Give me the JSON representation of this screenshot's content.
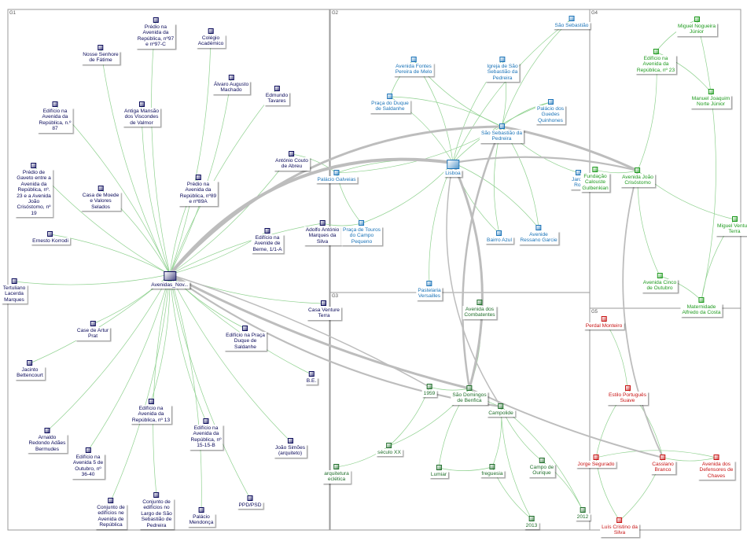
{
  "groups": [
    {
      "label": "G1"
    },
    {
      "label": "G2"
    },
    {
      "label": "G3"
    },
    {
      "label": "G4"
    },
    {
      "label": "G5"
    }
  ],
  "colors": {
    "G1": "#0a0a5a",
    "G2": "#1a73b8",
    "G3": "#1f6e2a",
    "G4": "#1e9a1e",
    "G5": "#c81414",
    "edge_light": "#8fd18f",
    "edge_heavy": "#bdbdbd",
    "box": "#9a9a9a"
  },
  "nodes": [
    {
      "id": "avenidas",
      "group": "G1",
      "label": "Avenidas_Nov..."
    },
    {
      "id": "predio97",
      "group": "G1",
      "label": "Prédio na\nAvenida da\nRepública, nº97\ne nº97-C"
    },
    {
      "id": "colegio",
      "group": "G1",
      "label": "Colégio\nAcadémico"
    },
    {
      "id": "nsfatima",
      "group": "G1",
      "label": "Nosse Senhore\nde Fátime"
    },
    {
      "id": "alvaro",
      "group": "G1",
      "label": "Álvaro Augusto\nMachado"
    },
    {
      "id": "edmundo",
      "group": "G1",
      "label": "Edmundo\nTavares"
    },
    {
      "id": "edif87",
      "group": "G1",
      "label": "Edifício na\nAvenida da\nRepública, n.º\n87"
    },
    {
      "id": "mansao",
      "group": "G1",
      "label": "Antiga Mansão\ndos Viscondes\nde Valmor"
    },
    {
      "id": "couto",
      "group": "G1",
      "label": "António Couto\nde Abreu"
    },
    {
      "id": "gaveto",
      "group": "G1",
      "label": "Prédio de\nGaveto entre a\nAvenida da\nRepública, nº.\n23 e a Avenida\nJoão\nCrisóstomo, nº\n19"
    },
    {
      "id": "moeda",
      "group": "G1",
      "label": "Casa de Moede\ne Valores\nSelados"
    },
    {
      "id": "predio89",
      "group": "G1",
      "label": "Prédio na\nAvenida da\nRepública, nº89\ne nº89A"
    },
    {
      "id": "korrodi",
      "group": "G1",
      "label": "Ernesto Korrodi"
    },
    {
      "id": "adolfo",
      "group": "G1",
      "label": "Adolfo António\nMarques da\nSilva"
    },
    {
      "id": "berne",
      "group": "G1",
      "label": "Edifício na\nAvenide de\nBerne, 1/1-A"
    },
    {
      "id": "tertuliano",
      "group": "G1",
      "label": "Tertuliano\nLacerda\nMarques"
    },
    {
      "id": "venturaterra",
      "group": "G1",
      "label": "Casa Venture\nTerra"
    },
    {
      "id": "arturprat",
      "group": "G1",
      "label": "Case de Artur\nPrat"
    },
    {
      "id": "pracasaldanha",
      "group": "G1",
      "label": "Edifício na Praça\nDuque de\nSaldanhe"
    },
    {
      "id": "jacinto",
      "group": "G1",
      "label": "Jacinto\nBettencourt"
    },
    {
      "id": "be",
      "group": "G1",
      "label": "B.E."
    },
    {
      "id": "edif13",
      "group": "G1",
      "label": "Edifício na\nAvenida da\nRepública, nº 13"
    },
    {
      "id": "edif15",
      "group": "G1",
      "label": "Edifício na\nAvenida da\nRepública, nº\n15-15-B"
    },
    {
      "id": "arnaldo",
      "group": "G1",
      "label": "Arnaldo\nRedondo Adães\nBermudes"
    },
    {
      "id": "joaosimoes",
      "group": "G1",
      "label": "João Simões\n(arquiteto)"
    },
    {
      "id": "cincooutubro",
      "group": "G1",
      "label": "Edifício na\nAvenida 5 de\nOutubro, nº\n36-40"
    },
    {
      "id": "ppdpsd",
      "group": "G1",
      "label": "PPD/PSD"
    },
    {
      "id": "conjrep",
      "group": "G1",
      "label": "Conjunto de\nedifícios ne\nAvenida de\nRepública"
    },
    {
      "id": "conjlargo",
      "group": "G1",
      "label": "Conjunto de\nedifícios no\nLargo de São\nSebastião de\nPedreira"
    },
    {
      "id": "mendonca",
      "group": "G1",
      "label": "Palácio\nMendonça"
    },
    {
      "id": "saosebastiao",
      "group": "G2",
      "label": "São Sebastião"
    },
    {
      "id": "fontes",
      "group": "G2",
      "label": "Avenida Fontes\nPereira de Melo"
    },
    {
      "id": "igreja",
      "group": "G2",
      "label": "Igreja de São\nSebastião da\nPedreira"
    },
    {
      "id": "pracaduque",
      "group": "G2",
      "label": "Praça do Duque\nde Saldanhe"
    },
    {
      "id": "guedes",
      "group": "G2",
      "label": "Palácio dos\nGuedes\nQuinhones"
    },
    {
      "id": "ssdpedreira",
      "group": "G2",
      "label": "São Sebastião da\nPedreira"
    },
    {
      "id": "lisboa",
      "group": "G2",
      "label": "Lisboa"
    },
    {
      "id": "galveias",
      "group": "G2",
      "label": "Palácio Galveias"
    },
    {
      "id": "jardim",
      "group": "G2",
      "label": "Jardin\nRoc"
    },
    {
      "id": "touros",
      "group": "G2",
      "label": "Praça de Touros\ndo Campo\nPequeno"
    },
    {
      "id": "bairroazul",
      "group": "G2",
      "label": "Bairro Azul"
    },
    {
      "id": "ressano",
      "group": "G2",
      "label": "Avenide\nRessano Garcie"
    },
    {
      "id": "versailles",
      "group": "G2",
      "label": "Pastelaria\nVersailles"
    },
    {
      "id": "combatentes",
      "group": "G3",
      "label": "Avenida dos\nCombatentes"
    },
    {
      "id": "y1959",
      "group": "G3",
      "label": "1959"
    },
    {
      "id": "saodomingos",
      "group": "G3",
      "label": "São Domingos\nde Benfica"
    },
    {
      "id": "campolide",
      "group": "G3",
      "label": "Campolide"
    },
    {
      "id": "seculoxx",
      "group": "G3",
      "label": "século XX"
    },
    {
      "id": "ecletica",
      "group": "G3",
      "label": "arquitetura\neclética"
    },
    {
      "id": "lumiar",
      "group": "G3",
      "label": "Lumiar"
    },
    {
      "id": "freguesia",
      "group": "G3",
      "label": "freguesia"
    },
    {
      "id": "campoourique",
      "group": "G3",
      "label": "Campo de\nOurique"
    },
    {
      "id": "y2012",
      "group": "G3",
      "label": "2012"
    },
    {
      "id": "y2013",
      "group": "G3",
      "label": "2013"
    },
    {
      "id": "nogueira",
      "group": "G4",
      "label": "Miguel Nogueira\nJúnior"
    },
    {
      "id": "edif23",
      "group": "G4",
      "label": "Edifício na\nAvenida da\nRepública, nº 23"
    },
    {
      "id": "joaquim",
      "group": "G4",
      "label": "Manuel Joaquim\nNorte Júnior"
    },
    {
      "id": "gulbenkian",
      "group": "G4",
      "label": "Fundação\nCalouste\nGulbenkian"
    },
    {
      "id": "crisostomo",
      "group": "G4",
      "label": "Avenida João\nCrisóstomo"
    },
    {
      "id": "venturaterra2",
      "group": "G4",
      "label": "Miguel Ventura\nTerra"
    },
    {
      "id": "cincooutubro2",
      "group": "G4",
      "label": "Avenida Cinco\nde Outubro"
    },
    {
      "id": "maternidade",
      "group": "G4",
      "label": "Maternidade\nAlfredo da Costa"
    },
    {
      "id": "perdigao",
      "group": "G5",
      "label": "Perdal Monteiro"
    },
    {
      "id": "suave",
      "group": "G5",
      "label": "Estilo Português\nSuave"
    },
    {
      "id": "segurado",
      "group": "G5",
      "label": "Jorge Segurado"
    },
    {
      "id": "cassiano",
      "group": "G5",
      "label": "Casslano\nBranco"
    },
    {
      "id": "defensores",
      "group": "G5",
      "label": "Avenida dos\nDefensores de\nChaves"
    },
    {
      "id": "luiscristino",
      "group": "G5",
      "label": "Luís Cristino da\nSilva"
    }
  ]
}
